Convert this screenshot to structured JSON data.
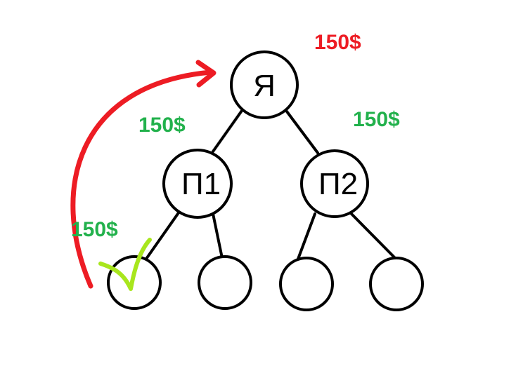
{
  "nodes": {
    "root": {
      "label": "Я"
    },
    "p1": {
      "label": "П1"
    },
    "p2": {
      "label": "П2"
    },
    "leaf1": {
      "label": ""
    },
    "leaf2": {
      "label": ""
    },
    "leaf3": {
      "label": ""
    },
    "leaf4": {
      "label": ""
    }
  },
  "amounts": {
    "top_red": "150$",
    "left_root": "150$",
    "right_root": "150$",
    "left_leaf": "150$"
  },
  "colors": {
    "red": "#ed1c24",
    "green": "#22b14c",
    "check": "#a8e61d",
    "line": "#000000"
  },
  "icons": {
    "check": "check-mark-icon",
    "arrow": "curved-arrow-icon"
  }
}
